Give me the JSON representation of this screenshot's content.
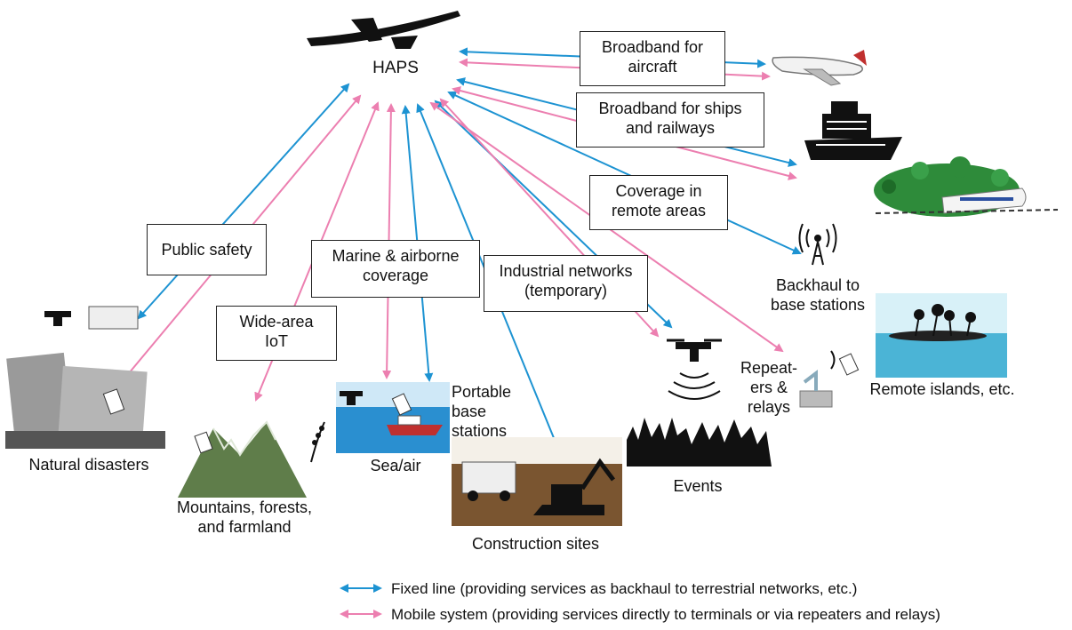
{
  "hub_label": "HAPS",
  "use_cases": {
    "broadband_aircraft": "Broadband for\naircraft",
    "broadband_ships": "Broadband for ships\nand railways",
    "remote_coverage": "Coverage in\nremote areas",
    "public_safety": "Public safety",
    "marine_airborne": "Marine & airborne\ncoverage",
    "wide_area_iot": "Wide-area\nIoT",
    "industrial": "Industrial networks\n(temporary)"
  },
  "places": {
    "natural_disasters": "Natural disasters",
    "mountains": "Mountains, forests,\nand farmland",
    "sea_air": "Sea/air",
    "portable_base": "Portable\nbase\nstations",
    "construction": "Construction sites",
    "events": "Events",
    "repeaters": "Repeat-\ners &\nrelays",
    "remote_islands": "Remote islands, etc.",
    "backhaul": "Backhaul to\nbase stations"
  },
  "legend": {
    "fixed": "Fixed line (providing services as backhaul to terrestrial networks, etc.)",
    "mobile": "Mobile system (providing services directly to terminals or via repeaters and relays)"
  },
  "colors": {
    "fixed": "#1d93d2",
    "mobile": "#ec7fb0"
  }
}
